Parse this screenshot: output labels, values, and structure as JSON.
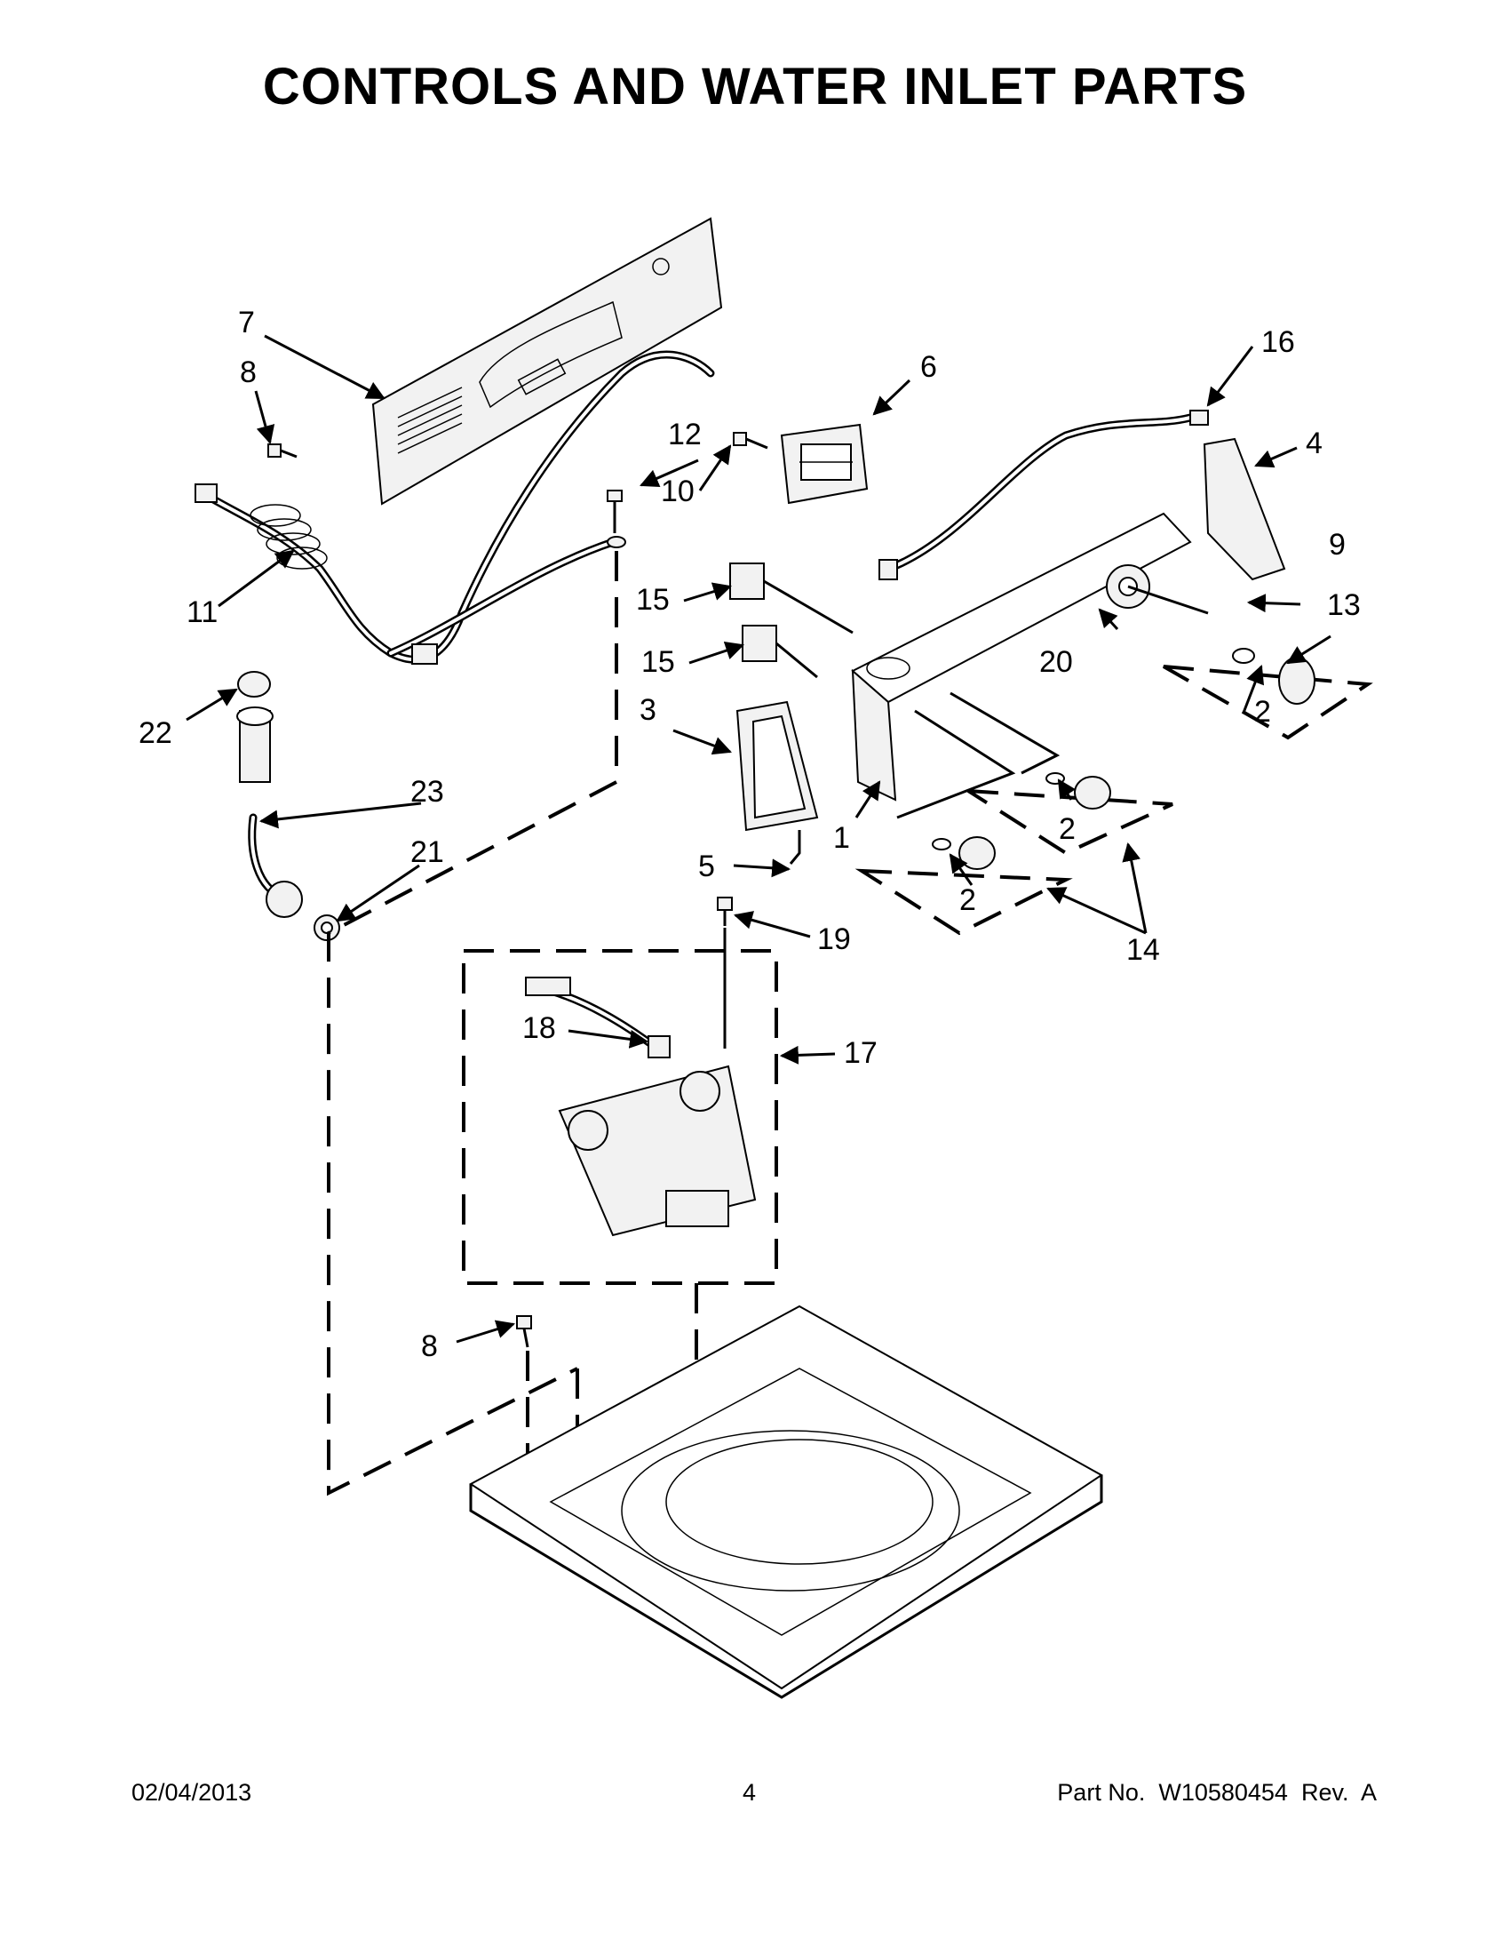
{
  "title": "CONTROLS AND WATER INLET PARTS",
  "callouts": {
    "c1": "1",
    "c2a": "2",
    "c2b": "2",
    "c2c": "2",
    "c3": "3",
    "c4": "4",
    "c5": "5",
    "c6": "6",
    "c7": "7",
    "c8a": "8",
    "c8b": "8",
    "c9": "9",
    "c10": "10",
    "c11": "11",
    "c12": "12",
    "c13": "13",
    "c14": "14",
    "c15a": "15",
    "c15b": "15",
    "c16": "16",
    "c17": "17",
    "c18": "18",
    "c19": "19",
    "c20": "20",
    "c21": "21",
    "c22": "22",
    "c23": "23"
  },
  "footer": {
    "date": "02/04/2013",
    "page": "4",
    "part_no": "Part No.  W10580454  Rev.  A"
  }
}
